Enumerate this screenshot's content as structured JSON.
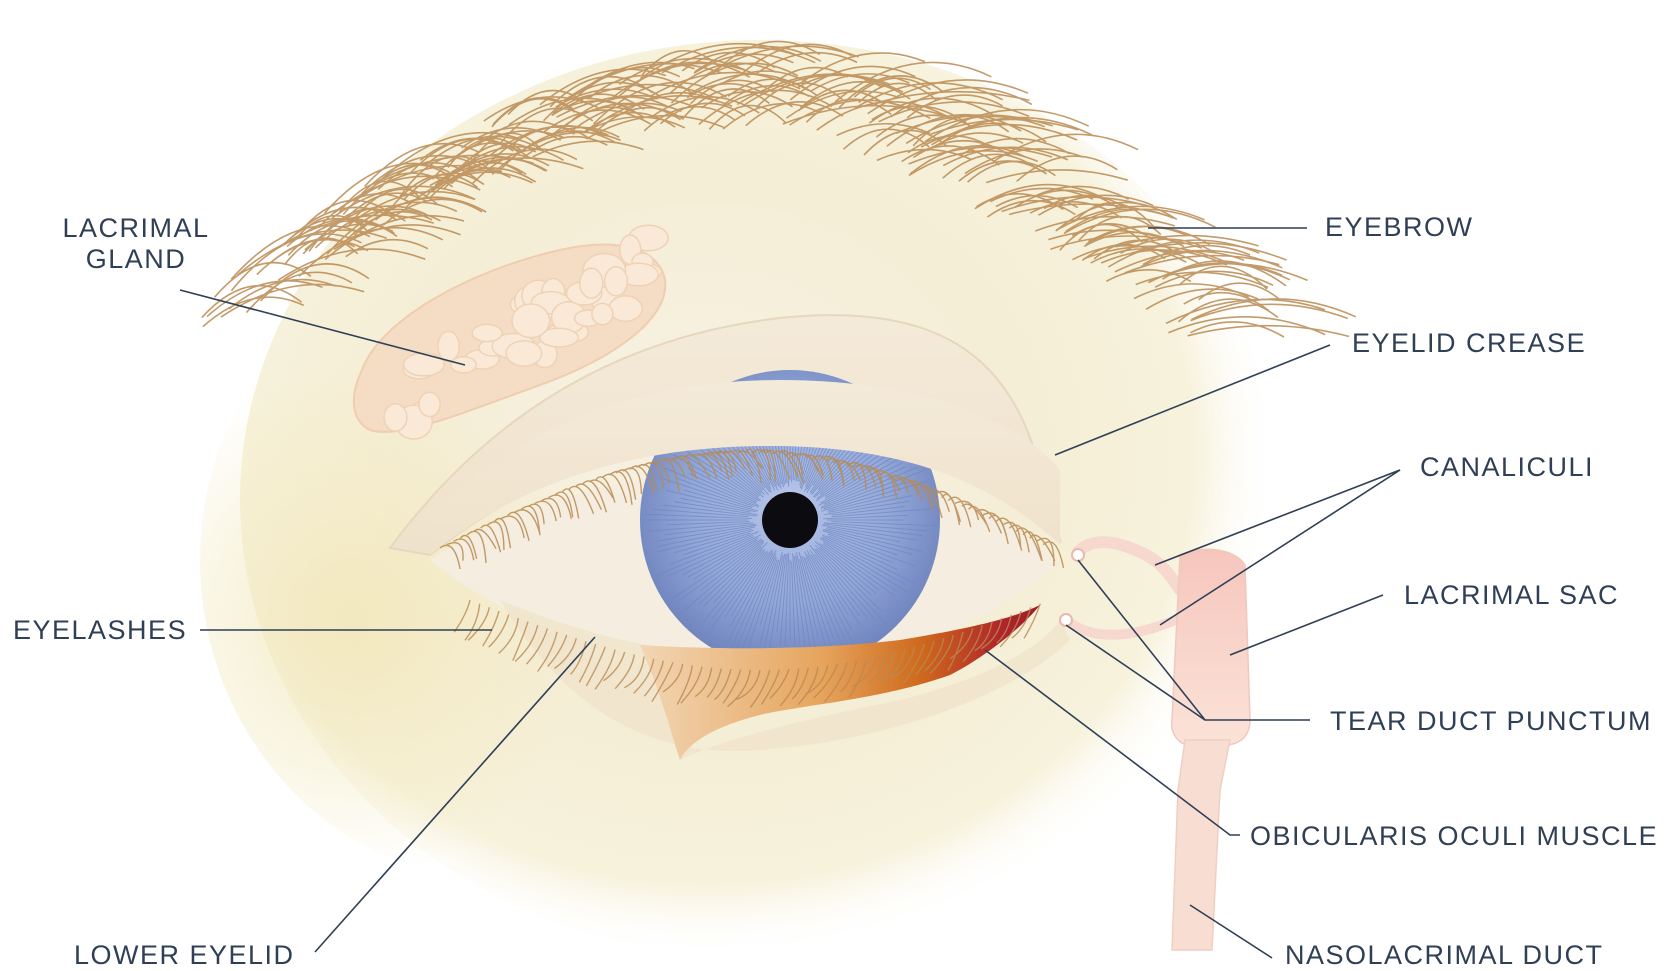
{
  "labels": {
    "lacrimal_gland_line1": "LACRIMAL",
    "lacrimal_gland_line2": "GLAND",
    "eyebrow": "EYEBROW",
    "eyelid_crease": "EYELID CREASE",
    "canaliculi": "CANALICULI",
    "eyelashes": "EYELASHES",
    "lacrimal_sac": "LACRIMAL SAC",
    "tear_duct_punctum": "TEAR DUCT PUNCTUM",
    "obicularis_oculi_muscle": "OBICULARIS OCULI MUSCLE",
    "lower_eyelid": "LOWER EYELID",
    "nasolacrimal_duct": "NASOLACRIMAL DUCT"
  },
  "colors": {
    "label_text": "#2f3f55",
    "leader_line": "#2f3f55",
    "skin_light": "#f7f2e2",
    "skin_yellow": "#f4ecc6",
    "eyebrow_hair": "#b98a52",
    "lacrimal_gland": "#f5dcc4",
    "eyelid": "#f2e6d2",
    "iris": "#8da3d6",
    "pupil": "#0c0c10",
    "muscle_light": "#efc79a",
    "muscle_mid": "#d4711f",
    "muscle_dark": "#a8202a",
    "lacrimal_sac": "#f7d0c8",
    "nasolacrimal_duct": "#f8ded2"
  },
  "icons": {
    "figure": "eye-anatomy-illustration"
  }
}
